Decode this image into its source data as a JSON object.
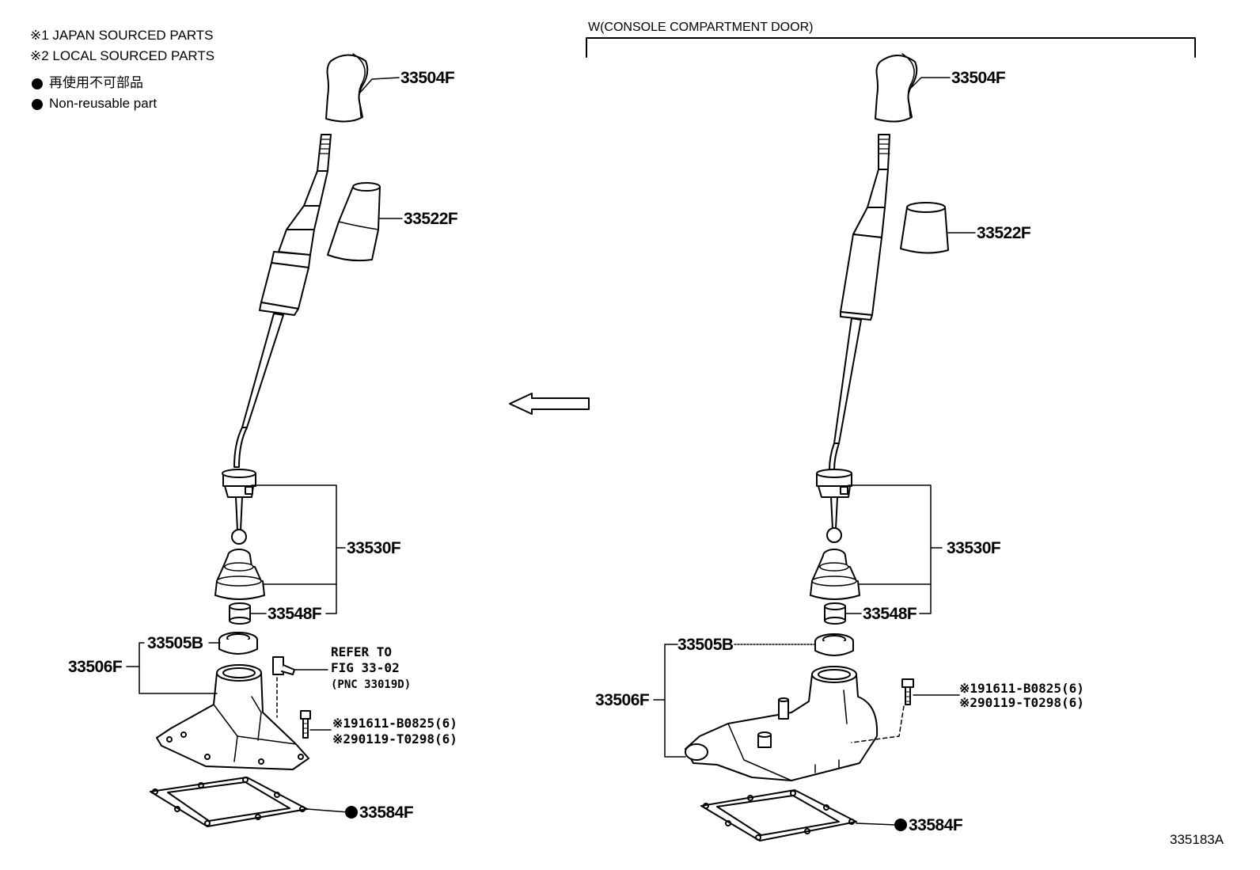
{
  "legend": {
    "note1": "※1 JAPAN SOURCED PARTS",
    "note2": "※2 LOCAL SOURCED PARTS",
    "nonreusable_jp": "再使用不可部品",
    "nonreusable_en": "Non-reusable part"
  },
  "right_group": {
    "title": "W(CONSOLE COMPARTMENT DOOR)"
  },
  "left": {
    "knob": "33504F",
    "boot": "33522F",
    "lever": "33530F",
    "bushing": "33548F",
    "seat": "33505B",
    "retainer": "33506F",
    "refer_line1": "REFER TO",
    "refer_line2": "FIG 33-02",
    "refer_line3": "(PNC 33019D)",
    "bolt1": "※191611-B0825(6)",
    "bolt2": "※290119-T0298(6)",
    "gasket": "33584F"
  },
  "right": {
    "knob": "33504F",
    "boot": "33522F",
    "lever": "33530F",
    "bushing": "33548F",
    "seat": "33505B",
    "retainer": "33506F",
    "bolt1": "※191611-B0825(6)",
    "bolt2": "※290119-T0298(6)",
    "gasket": "33584F"
  },
  "figure_id": "335183A",
  "icons": {
    "nonreusable": "filled-circle-icon",
    "direction": "left-arrow-icon"
  }
}
